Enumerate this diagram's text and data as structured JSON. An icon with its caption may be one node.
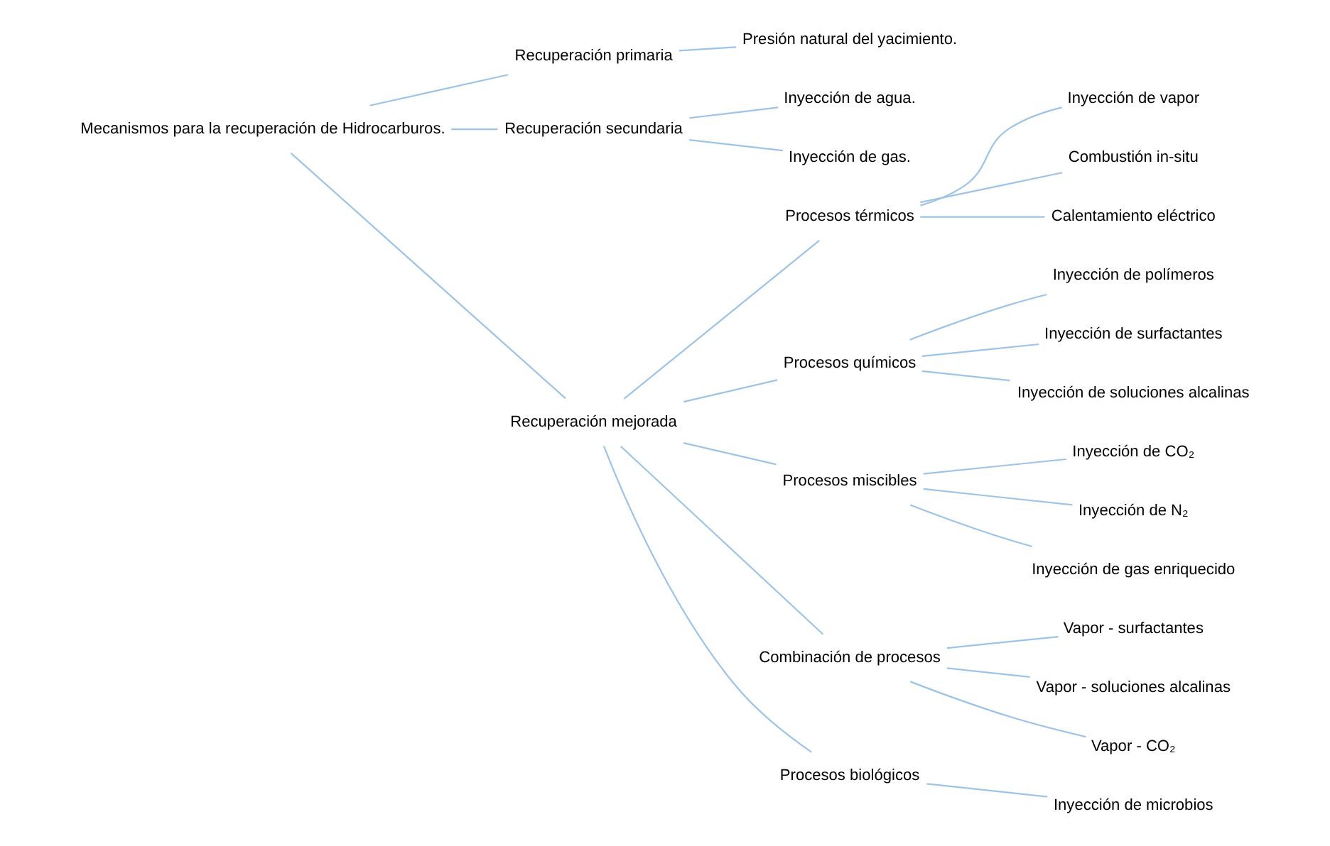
{
  "diagram": {
    "nodes": [
      {
        "text": [
          "Mecanismos para la recuperación de Hidrocarburos."
        ]
      },
      {
        "text": [
          "Recuperación primaria"
        ]
      },
      {
        "text": [
          "Presión natural del yacimiento."
        ]
      },
      {
        "text": [
          "Recuperación secundaria"
        ]
      },
      {
        "text": [
          "Inyección de agua."
        ]
      },
      {
        "text": [
          "Inyección de gas."
        ]
      },
      {
        "text": [
          "Recuperación mejorada"
        ]
      },
      {
        "text": [
          "Procesos térmicos"
        ]
      },
      {
        "text": [
          "Inyección de vapor"
        ]
      },
      {
        "text": [
          "Combustión in-situ"
        ]
      },
      {
        "text": [
          "Calentamiento eléctrico"
        ]
      },
      {
        "text": [
          "Procesos químicos"
        ]
      },
      {
        "text": [
          "Inyección de polímeros"
        ]
      },
      {
        "text": [
          "Inyección de surfactantes"
        ]
      },
      {
        "text": [
          "Inyección de soluciones alcalinas"
        ]
      },
      {
        "text": [
          "Procesos miscibles"
        ]
      },
      {
        "text": [
          "Inyección de CO₂"
        ]
      },
      {
        "text": [
          "Inyección de N₂"
        ]
      },
      {
        "text": [
          "Inyección de gas enriquecido"
        ]
      },
      {
        "text": [
          "Combinación de procesos"
        ]
      },
      {
        "text": [
          "Vapor - surfactantes"
        ]
      },
      {
        "text": [
          "Vapor - soluciones alcalinas"
        ]
      },
      {
        "text": [
          "Vapor - CO₂"
        ]
      },
      {
        "text": [
          "Procesos biológicos"
        ]
      },
      {
        "text": [
          "Inyección de microbios"
        ]
      }
    ],
    "edges": [
      {
        "from": 0,
        "to": 1,
        "arrow": "none"
      },
      {
        "from": 0,
        "to": 3,
        "arrow": "none"
      },
      {
        "from": 0,
        "to": 6,
        "arrow": "none"
      },
      {
        "from": 1,
        "to": 2,
        "arrow": "none"
      },
      {
        "from": 3,
        "to": 4,
        "arrow": "none"
      },
      {
        "from": 3,
        "to": 5,
        "arrow": "none"
      },
      {
        "from": 6,
        "to": 7,
        "arrow": "none"
      },
      {
        "from": 6,
        "to": 11,
        "arrow": "none"
      },
      {
        "from": 6,
        "to": 15,
        "arrow": "none"
      },
      {
        "from": 6,
        "to": 19,
        "arrow": "none"
      },
      {
        "from": 6,
        "to": 23,
        "arrow": "none"
      },
      {
        "from": 7,
        "to": 8,
        "arrow": "none"
      },
      {
        "from": 7,
        "to": 9,
        "arrow": "none"
      },
      {
        "from": 7,
        "to": 10,
        "arrow": "none"
      },
      {
        "from": 11,
        "to": 12,
        "arrow": "none"
      },
      {
        "from": 11,
        "to": 13,
        "arrow": "none"
      },
      {
        "from": 11,
        "to": 14,
        "arrow": "none"
      },
      {
        "from": 15,
        "to": 16,
        "arrow": "none"
      },
      {
        "from": 15,
        "to": 17,
        "arrow": "none"
      },
      {
        "from": 15,
        "to": 18,
        "arrow": "none"
      },
      {
        "from": 19,
        "to": 20,
        "arrow": "none"
      },
      {
        "from": 19,
        "to": 21,
        "arrow": "none"
      },
      {
        "from": 19,
        "to": 22,
        "arrow": "none"
      },
      {
        "from": 23,
        "to": 24,
        "arrow": "none"
      }
    ]
  }
}
